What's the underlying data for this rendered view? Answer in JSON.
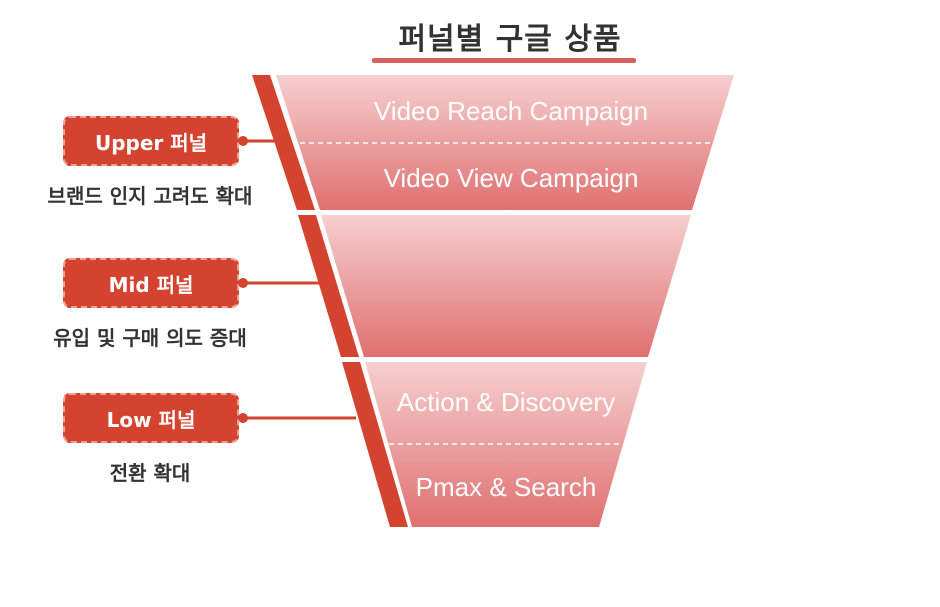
{
  "title": "퍼널별 구글 상품",
  "stages": [
    {
      "badge": "Upper 퍼널",
      "description": "브랜드 인지 고려도 확대",
      "products": [
        "Video Reach Campaign",
        "Video View Campaign"
      ]
    },
    {
      "badge": "Mid 퍼널",
      "description": "유입 및 구매 의도 증대",
      "products": []
    },
    {
      "badge": "Low 퍼널",
      "description": "전환 확대",
      "products": [
        "Action & Discovery",
        "Pmax & Search"
      ]
    }
  ],
  "colors": {
    "accent": "#d3432f",
    "title_underline": "#d9605c",
    "funnel_top": "#f6cfcf",
    "funnel_bottom": "#e07070"
  }
}
